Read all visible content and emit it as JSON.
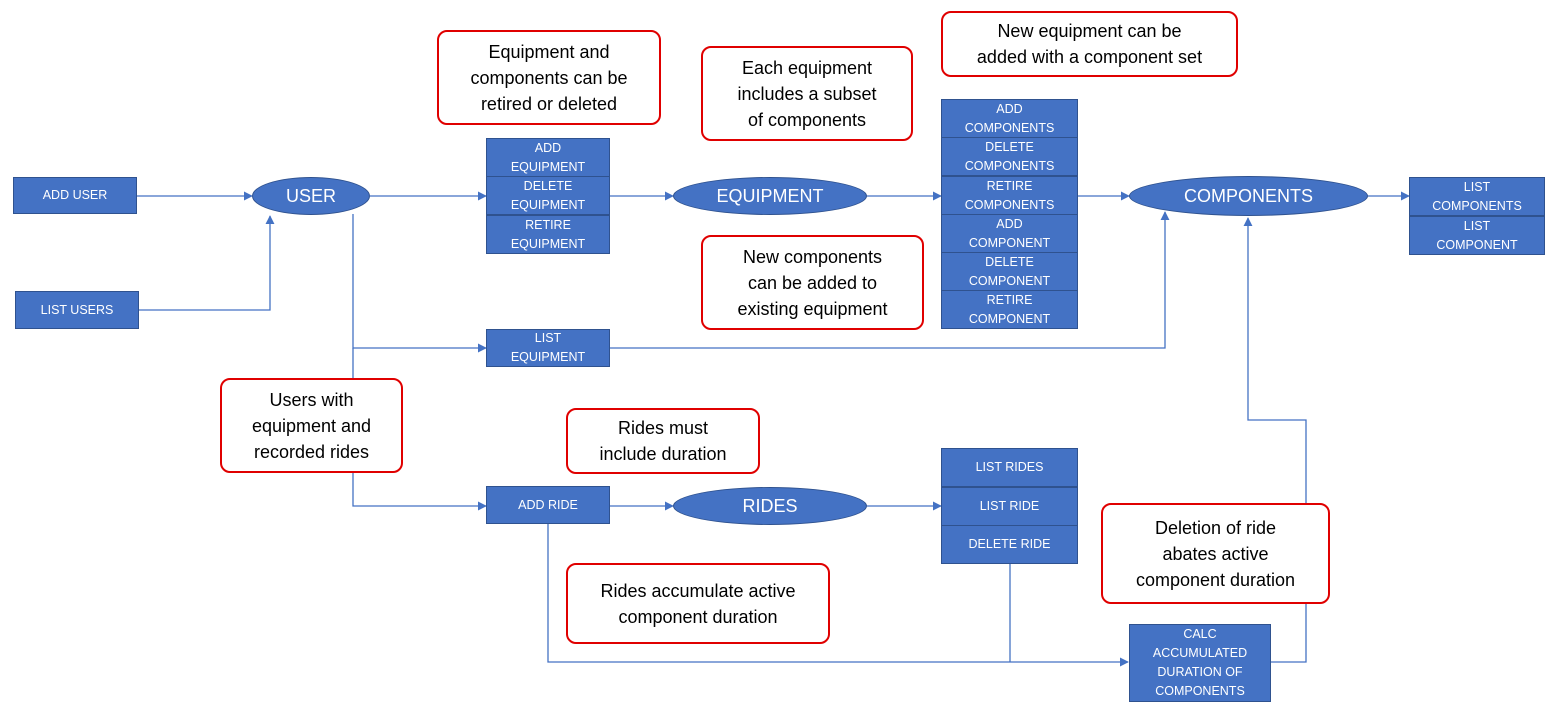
{
  "nodes": {
    "add_user": "ADD USER",
    "list_users": "LIST USERS",
    "user": "USER",
    "add_equipment": "ADD\nEQUIPMENT",
    "delete_equipment": "DELETE\nEQUIPMENT",
    "retire_equipment": "RETIRE\nEQUIPMENT",
    "list_equipment": "LIST\nEQUIPMENT",
    "equipment": "EQUIPMENT",
    "add_components": "ADD\nCOMPONENTS",
    "delete_components": "DELETE\nCOMPONENTS",
    "retire_components": "RETIRE\nCOMPONENTS",
    "add_component": "ADD\nCOMPONENT",
    "delete_component": "DELETE\nCOMPONENT",
    "retire_component": "RETIRE\nCOMPONENT",
    "components": "COMPONENTS",
    "list_components": "LIST\nCOMPONENTS",
    "list_component": "LIST\nCOMPONENT",
    "add_ride": "ADD RIDE",
    "rides": "RIDES",
    "list_rides": "LIST RIDES",
    "list_ride": "LIST RIDE",
    "delete_ride": "DELETE RIDE",
    "calc": "CALC\nACCUMULATED\nDURATION OF\nCOMPONENTS"
  },
  "notes": {
    "retire_or_delete": "Equipment and\ncomponents can be\nretired or deleted",
    "subset": "Each equipment\nincludes a subset\nof components",
    "new_equipment_set": "New equipment can be\nadded with a component set",
    "new_components": "New components\ncan be added to\nexisting equipment",
    "users_with": "Users with\nequipment and\nrecorded rides",
    "rides_duration": "Rides must\ninclude duration",
    "rides_accumulate": "Rides accumulate active\ncomponent duration",
    "deletion_abates": "Deletion of ride\nabates active\ncomponent duration"
  },
  "colors": {
    "node_fill": "#4472c4",
    "node_border": "#2f528f",
    "note_border": "#e00000",
    "connector": "#4472c4"
  }
}
